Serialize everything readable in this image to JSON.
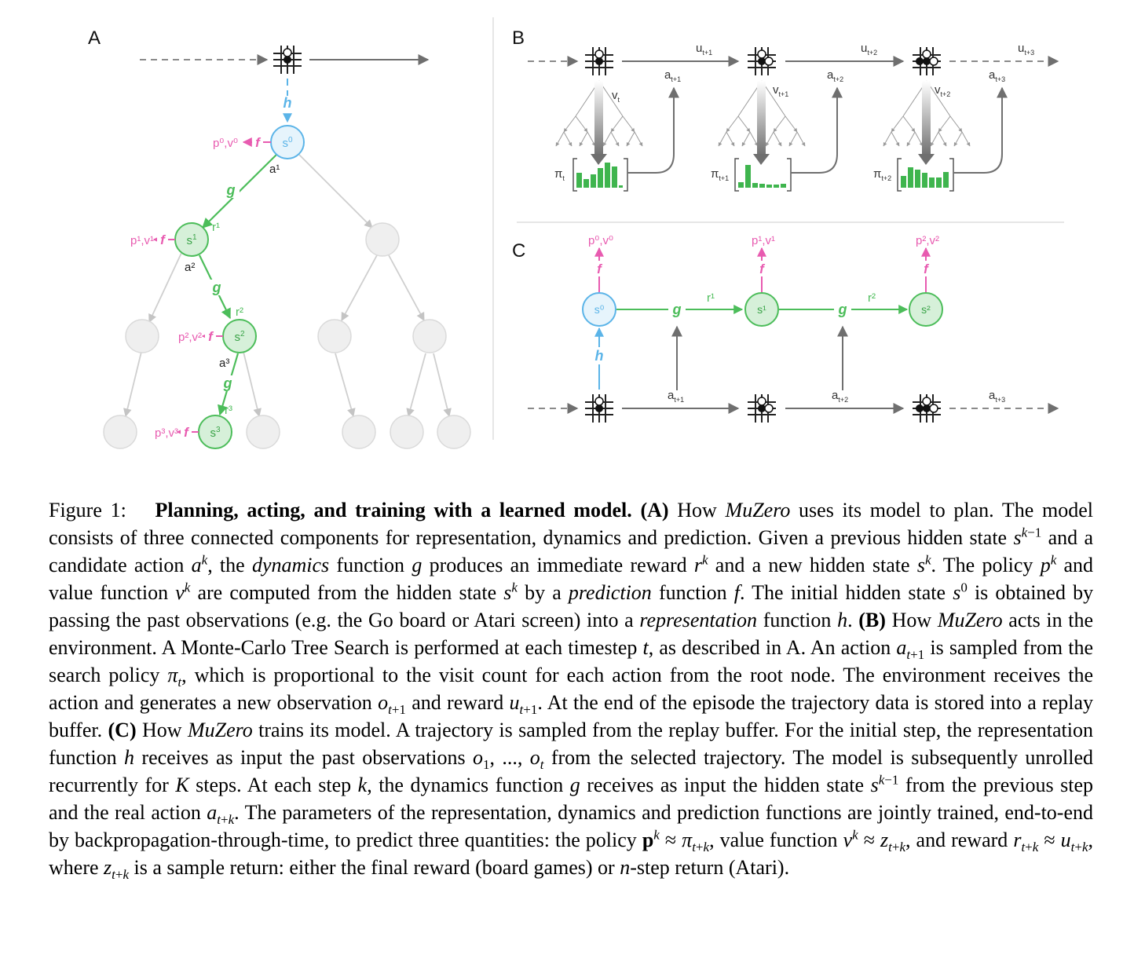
{
  "panels": {
    "A": {
      "label": "A",
      "func_h": "h",
      "func_f": "f",
      "func_g": "g",
      "nodes": {
        "s0": "s",
        "s0_sup": "0",
        "s1": "s",
        "s1_sup": "1",
        "s2": "s",
        "s2_sup": "2",
        "s3": "s",
        "s3_sup": "3"
      },
      "predictions": [
        "p⁰,v⁰",
        "p¹,v¹",
        "p²,v²",
        "p³,v³"
      ],
      "actions": [
        "a¹",
        "a²",
        "a³"
      ],
      "rewards": [
        "r¹",
        "r²",
        "r³"
      ]
    },
    "B": {
      "label": "B",
      "rewards": [
        "u",
        "u",
        "u"
      ],
      "reward_subs": [
        "t+1",
        "t+2",
        "t+3"
      ],
      "actions": [
        "a",
        "a",
        "a"
      ],
      "action_subs": [
        "t+1",
        "t+2",
        "t+3"
      ],
      "values": [
        "v",
        "v",
        "v"
      ],
      "value_subs": [
        "t",
        "t+1",
        "t+2"
      ],
      "policies": [
        "π",
        "π",
        "π"
      ],
      "policy_subs": [
        "t",
        "t+1",
        "t+2"
      ]
    },
    "C": {
      "label": "C",
      "func_h": "h",
      "func_f": "f",
      "func_g": "g",
      "nodes": [
        "s⁰",
        "s¹",
        "s²"
      ],
      "predictions": [
        "p⁰,v⁰",
        "p¹,v¹",
        "p²,v²"
      ],
      "rewards": [
        "r¹",
        "r²"
      ],
      "actions": [
        "a",
        "a",
        "a"
      ],
      "action_subs": [
        "t+1",
        "t+2",
        "t+3"
      ]
    }
  },
  "colors": {
    "blue": "#5bb4e8",
    "blue_fill": "#e6f4fc",
    "green": "#4cbd5a",
    "green_fill": "#d6f0d9",
    "pink": "#e85bb0",
    "gray_node": "#efefef",
    "gray_line": "#cfcfcf",
    "dark": "#6f6f6f"
  },
  "caption": {
    "fig_label": "Figure 1:",
    "title": "Planning, acting, and training with a learned model.",
    "p1": "(A)",
    "p2": "How",
    "p3": "MuZero",
    "p4": "uses its model to plan. The model consists of three connected components for representation, dynamics and prediction. Given a previous hidden state",
    "p5": "and a candidate action",
    "p6": ", the",
    "p7": "dynamics",
    "p8": "function",
    "p9": "produces an immediate reward",
    "p10": "and a new hidden state",
    "p11": ". The policy",
    "p12": "and value function",
    "p13": "are computed from the hidden state",
    "p14": "by a",
    "p15": "prediction",
    "p16": "function",
    "p17": ". The initial hidden state",
    "p18": "is obtained by passing the past observations (e.g. the Go board or Atari screen) into a",
    "p19": "representation",
    "p20": "function",
    "p21": "(B)",
    "p22": "How",
    "p23": "MuZero",
    "p24": "acts in the environment. A Monte-Carlo Tree Search is performed at each timestep",
    "p25": ", as described in A. An action",
    "p26": "is sampled from the search policy",
    "p27": ", which is proportional to the visit count for each action from the root node. The environment receives the action and generates a new observation",
    "p28": "and reward",
    "p29": ". At the end of the episode the trajectory data is stored into a replay buffer.",
    "p30": "(C)",
    "p31": "How",
    "p32": "MuZero",
    "p33": "trains its model. A trajectory is sampled from the replay buffer. For the initial step, the representation function",
    "p34": "receives as input the past observations",
    "p35": "from the selected trajectory. The model is subsequently unrolled recurrently for",
    "p36": "steps. At each step",
    "p37": ", the dynamics function",
    "p38": "receives as input the hidden state",
    "p39": "from the previous step and the real action",
    "p40": ". The parameters of the representation, dynamics and prediction functions are jointly trained, end-to-end by backpropagation-through-time, to predict three quantities: the policy",
    "p41": ", value function",
    "p42": ", and reward",
    "p43": ", where",
    "p44": "is a sample return: either the final reward (board games) or",
    "p45": "-step return (Atari)."
  }
}
